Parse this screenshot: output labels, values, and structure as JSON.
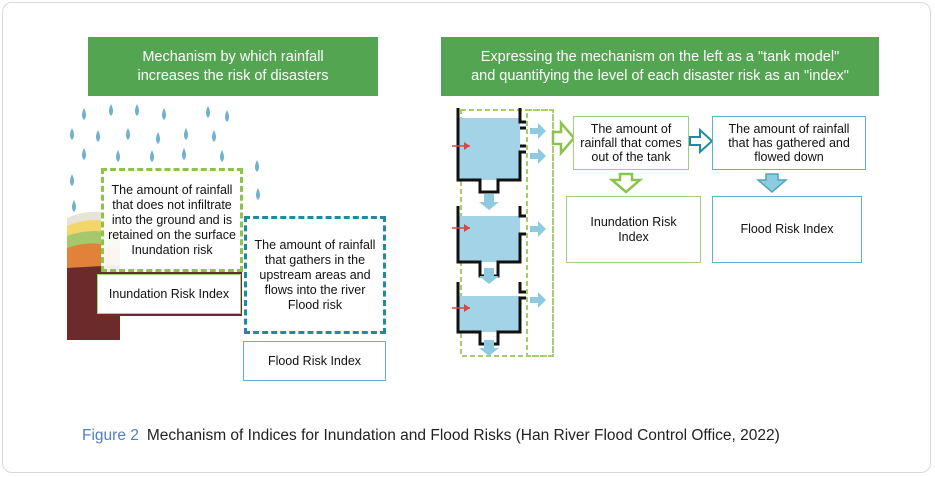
{
  "left_panel": {
    "title": "Mechanism by which rainfall\nincreases the risk of disasters",
    "surface_text": "The amount of rainfall that does not infiltrate into the ground and is retained on the surface\nInundation risk",
    "inundation_index_label": "Inundation Risk Index",
    "upstream_text": "The amount of rainfall that gathers in the upstream areas and flows into the river\nFlood risk",
    "flood_index_label": "Flood Risk Index"
  },
  "right_panel": {
    "title": "Expressing the mechanism on the left as a \"tank model\"\nand quantifying the level of each disaster risk as an \"index\"",
    "outflow_text": "The amount of\nrainfall that comes\nout of the tank",
    "gathered_text": "The amount of rainfall\nthat has gathered and\nflowed down",
    "inundation_index_label": "Inundation Risk\nIndex",
    "flood_index_label": "Flood Risk Index"
  },
  "caption": {
    "figure_number": "Figure 2",
    "text": "Mechanism of Indices for Inundation and Flood Risks (Han River Flood Control Office, 2022)"
  },
  "colors": {
    "banner": "#53a552",
    "green_dash": "#8cc34a",
    "blue_dash": "#1f8aa6",
    "water": "#8fcbe0",
    "inflow_arrow": "#e0505a",
    "figure_label": "#4f7fc0"
  },
  "icons": [
    "raindrop-icon",
    "soil-layers",
    "tank-icon",
    "arrow-right-icon",
    "arrow-down-icon"
  ]
}
